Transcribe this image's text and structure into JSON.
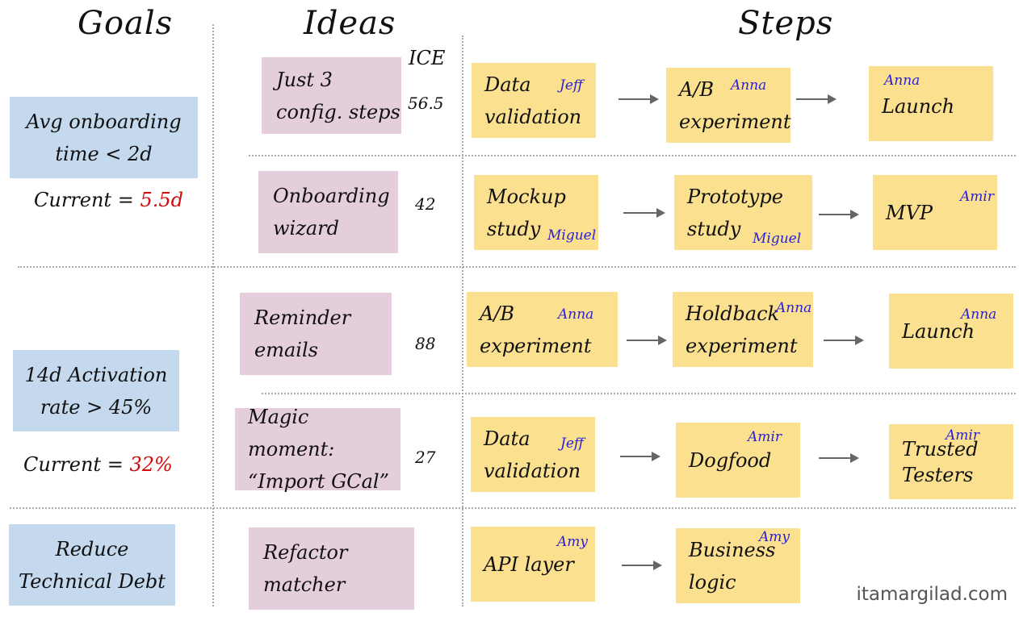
{
  "headers": {
    "goals": "Goals",
    "ideas": "Ideas",
    "steps": "Steps",
    "ice": "ICE"
  },
  "goals": [
    {
      "lines": [
        "Avg onboarding",
        "time < 2d"
      ],
      "current_label": "Current = ",
      "current_value": "5.5d"
    },
    {
      "lines": [
        "14d Activation",
        "rate > 45%"
      ],
      "current_label": "Current = ",
      "current_value": "32%"
    },
    {
      "lines": [
        "Reduce",
        "Technical Debt"
      ]
    }
  ],
  "ideas": [
    {
      "lines": [
        "Just 3",
        "config. steps"
      ],
      "ice": "56.5"
    },
    {
      "lines": [
        "Onboarding",
        "wizard"
      ],
      "ice": "42"
    },
    {
      "lines": [
        "Reminder",
        "emails"
      ],
      "ice": "88"
    },
    {
      "lines": [
        "Magic moment:",
        "“Import GCal”"
      ],
      "ice": "27"
    },
    {
      "lines": [
        "Refactor",
        "matcher"
      ]
    }
  ],
  "steps": [
    [
      {
        "lines": [
          "Data",
          "validation"
        ],
        "owner": "Jeff"
      },
      {
        "lines": [
          "A/B",
          "experiment"
        ],
        "owner": "Anna"
      },
      {
        "lines": [
          "Launch"
        ],
        "owner": "Anna"
      }
    ],
    [
      {
        "lines": [
          "Mockup",
          "study"
        ],
        "owner": "Miguel"
      },
      {
        "lines": [
          "Prototype",
          "study"
        ],
        "owner": "Miguel"
      },
      {
        "lines": [
          "MVP"
        ],
        "owner": "Amir"
      }
    ],
    [
      {
        "lines": [
          "A/B",
          "experiment"
        ],
        "owner": "Anna"
      },
      {
        "lines": [
          "Holdback",
          "experiment"
        ],
        "owner": "Anna"
      },
      {
        "lines": [
          "Launch"
        ],
        "owner": "Anna"
      }
    ],
    [
      {
        "lines": [
          "Data",
          "validation"
        ],
        "owner": "Jeff"
      },
      {
        "lines": [
          "Dogfood"
        ],
        "owner": "Amir"
      },
      {
        "lines": [
          "Trusted",
          "Testers"
        ],
        "owner": "Amir"
      }
    ],
    [
      {
        "lines": [
          "API layer"
        ],
        "owner": "Amy"
      },
      {
        "lines": [
          "Business",
          "logic"
        ],
        "owner": "Amy"
      }
    ]
  ],
  "watermark": "itamargilad.com",
  "colors": {
    "goal": "#c4d9ee",
    "idea": "#e4cedb",
    "step": "#fbe08f",
    "owner": "#2a1fd6",
    "current": "#d40b0b"
  }
}
